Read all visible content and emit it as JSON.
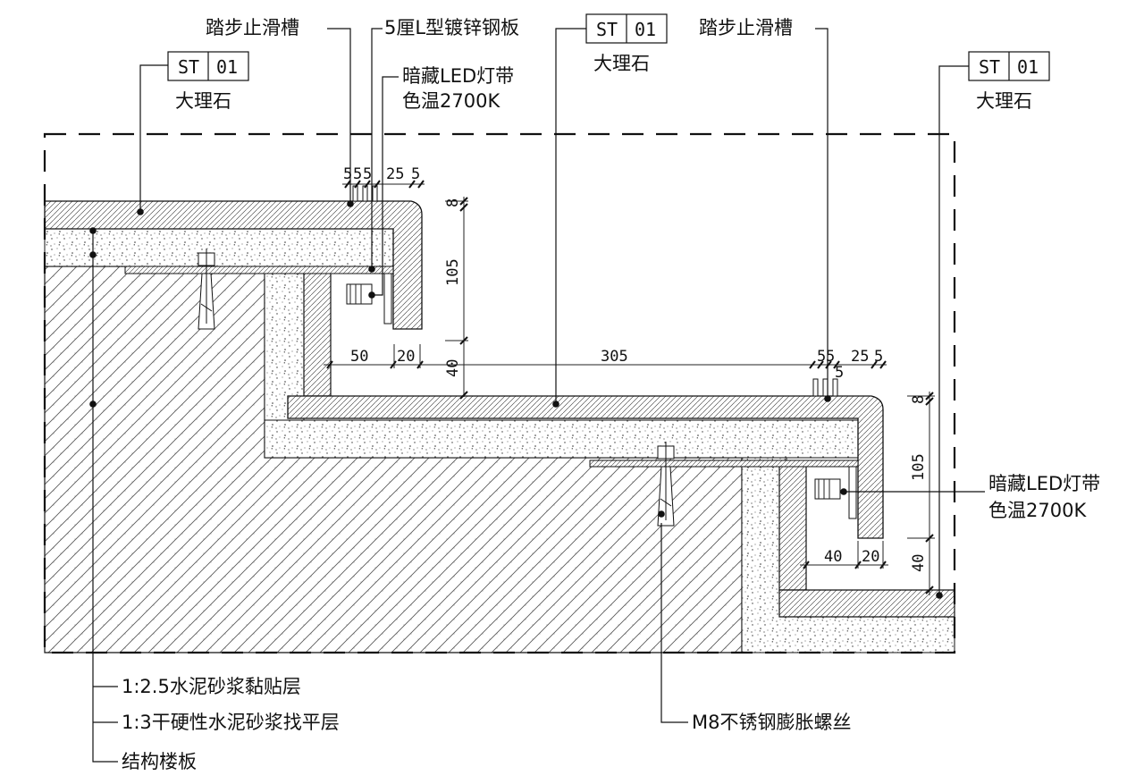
{
  "tags": {
    "code": "ST",
    "number": "01",
    "material": "大理石"
  },
  "labels": {
    "anti_slip_left": "踏步止滑槽",
    "steel_plate": "5厘L型镀锌钢板",
    "led_top_line1": "暗藏LED灯带",
    "led_top_line2": "色温2700K",
    "anti_slip_right": "踏步止滑槽",
    "led_right_line1": "暗藏LED灯带",
    "led_right_line2": "色温2700K",
    "mortar_bond": "1:2.5水泥砂浆黏贴层",
    "mortar_level": "1:3干硬性水泥砂浆找平层",
    "slab": "结构楼板",
    "bolt": "M8不锈钢膨胀螺丝"
  },
  "dimensions": {
    "top_5a": "5",
    "top_5b": "5",
    "top_5c": "5",
    "top_25": "25",
    "top_5d": "5",
    "upper_8": "8",
    "upper_105": "105",
    "upper_40": "40",
    "mid_50": "50",
    "mid_20": "20",
    "mid_305": "305",
    "mid_5a": "5",
    "mid_5b": "5",
    "mid_5c": "5",
    "mid_25": "25",
    "mid_5d": "5",
    "lower_8": "8",
    "lower_105": "105",
    "lower_40a": "40",
    "lower_20": "20",
    "lower_40b": "40"
  }
}
